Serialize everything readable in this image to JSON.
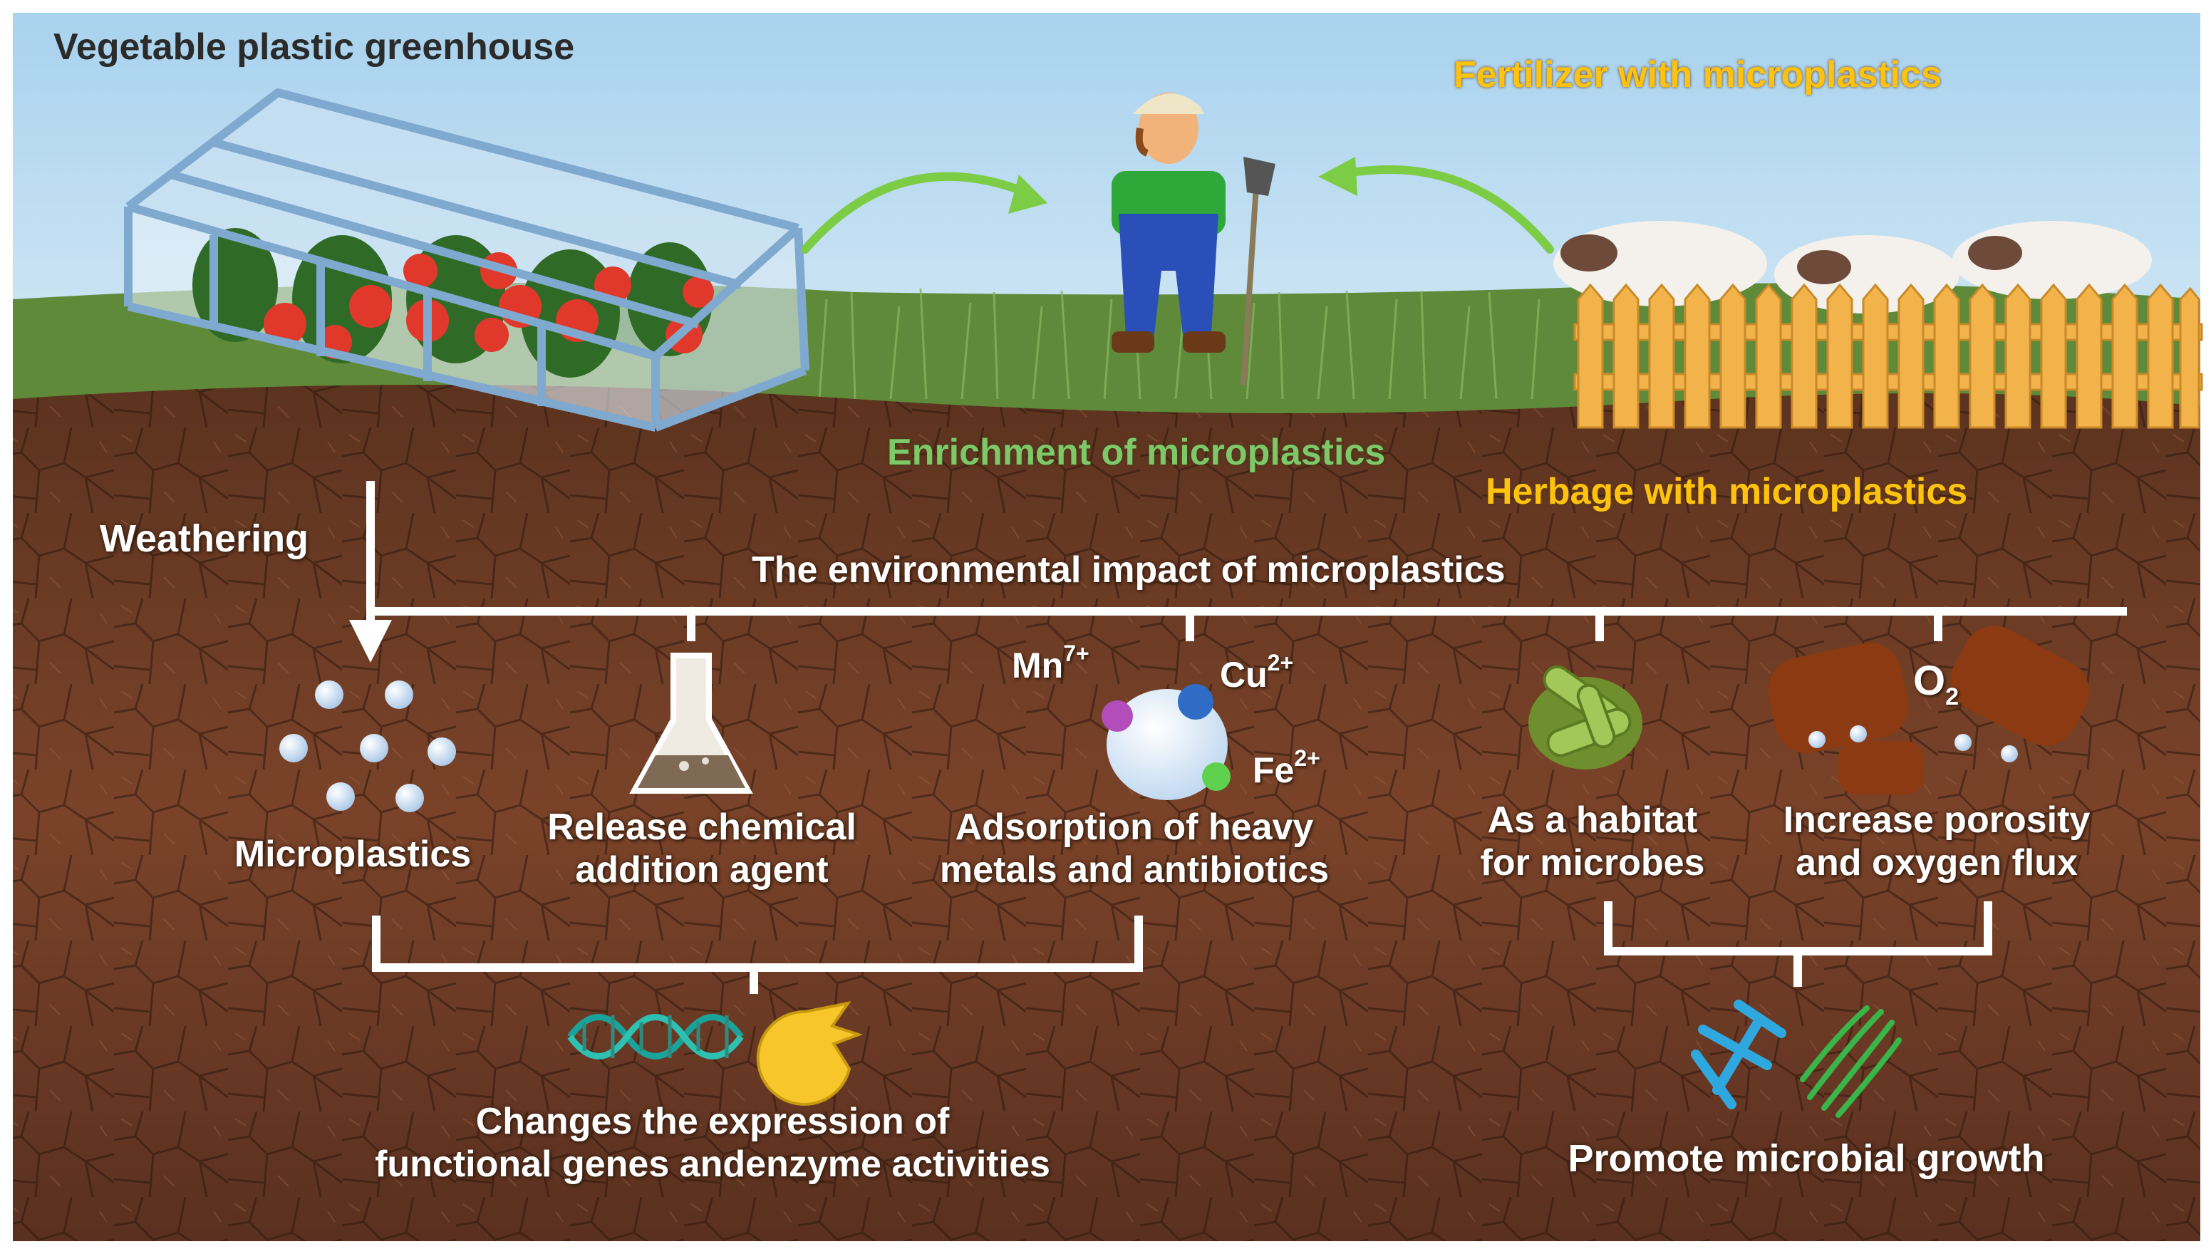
{
  "title_greenhouse": "Vegetable plastic greenhouse",
  "fertilizer": "Fertilizer with microplastics",
  "enrichment": "Enrichment of microplastics",
  "herbage": "Herbage with microplastics",
  "weathering": "Weathering",
  "impact_title": "The environmental impact of microplastics",
  "microplastics": "Microplastics",
  "release_line1": "Release chemical",
  "release_line2": "addition agent",
  "adsorption_line1": "Adsorption of heavy",
  "adsorption_line2": "metals and antibiotics",
  "habitat_line1": "As a habitat",
  "habitat_line2": "for microbes",
  "porosity_line1": "Increase porosity",
  "porosity_line2": "and oxygen flux",
  "ions": {
    "mn": "Mn",
    "mn_charge": "7+",
    "cu": "Cu",
    "cu_charge": "2+",
    "fe": "Fe",
    "fe_charge": "2+",
    "o": "O",
    "o_sub": "2"
  },
  "genes_line1": "Changes the expression of",
  "genes_line2": "functional genes andenzyme activities",
  "microbial_growth": "Promote microbial growth",
  "colors": {
    "sky": "#a9d3ee",
    "soil": "#6b3a22",
    "grass": "#5f8a3a",
    "accent_yellow": "#ffc20e",
    "accent_green": "#7ec86a",
    "arrow_green": "#7ccc45",
    "fence": "#f2b34b",
    "aggregate": "#8b3a12"
  }
}
